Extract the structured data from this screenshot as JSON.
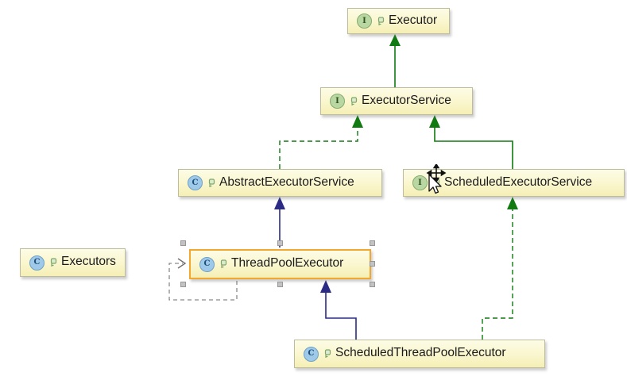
{
  "diagram_kind": "uml-class-hierarchy",
  "nodes": [
    {
      "id": "executor",
      "label": "Executor",
      "kind": "interface",
      "icon_letter": "I",
      "selected": false
    },
    {
      "id": "executor-service",
      "label": "ExecutorService",
      "kind": "interface",
      "icon_letter": "I",
      "selected": false
    },
    {
      "id": "abstract-executor-service",
      "label": "AbstractExecutorService",
      "kind": "class",
      "icon_letter": "C",
      "selected": false
    },
    {
      "id": "scheduled-executor-service",
      "label": "ScheduledExecutorService",
      "kind": "interface",
      "icon_letter": "I",
      "selected": false
    },
    {
      "id": "executors",
      "label": "Executors",
      "kind": "class",
      "icon_letter": "C",
      "selected": false
    },
    {
      "id": "thread-pool-executor",
      "label": "ThreadPoolExecutor",
      "kind": "class",
      "icon_letter": "C",
      "selected": true
    },
    {
      "id": "scheduled-thread-pool-executor",
      "label": "ScheduledThreadPoolExecutor",
      "kind": "class",
      "icon_letter": "C",
      "selected": false
    }
  ],
  "edges": [
    {
      "from": "ExecutorService",
      "to": "Executor",
      "relation": "extends",
      "style": "solid-green"
    },
    {
      "from": "AbstractExecutorService",
      "to": "ExecutorService",
      "relation": "implements",
      "style": "dashed-green"
    },
    {
      "from": "ScheduledExecutorService",
      "to": "ExecutorService",
      "relation": "extends",
      "style": "solid-green"
    },
    {
      "from": "ThreadPoolExecutor",
      "to": "AbstractExecutorService",
      "relation": "extends",
      "style": "solid-navy"
    },
    {
      "from": "ScheduledThreadPoolExecutor",
      "to": "ThreadPoolExecutor",
      "relation": "extends",
      "style": "solid-navy"
    },
    {
      "from": "ScheduledThreadPoolExecutor",
      "to": "ScheduledExecutorService",
      "relation": "implements",
      "style": "dashed-green"
    },
    {
      "from": "ThreadPoolExecutor",
      "to": "ThreadPoolExecutor",
      "relation": "dependency",
      "style": "dashed-gray"
    }
  ],
  "colors": {
    "node_fill": "#faf6cd",
    "node_border": "#bdbd9d",
    "selection_border": "#f2a72e",
    "interface_icon": "#b9d7a2",
    "class_icon": "#9ec9e9",
    "edge_green": "#117a11",
    "edge_navy": "#2b2b86",
    "edge_gray": "#8a8a8a"
  }
}
